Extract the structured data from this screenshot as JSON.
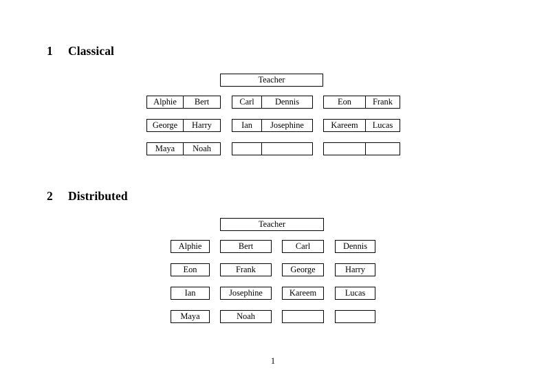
{
  "document": {
    "page_number": "1",
    "background_color": "#ffffff",
    "text_color": "#000000",
    "border_color": "#000000"
  },
  "sections": [
    {
      "number": "1",
      "title": "Classical",
      "teacher_label": "Teacher",
      "groups": [
        {
          "rows": [
            [
              "Alphie",
              "Bert"
            ],
            [
              "George",
              "Harry"
            ],
            [
              "Maya",
              "Noah"
            ]
          ]
        },
        {
          "rows": [
            [
              "Carl",
              "Dennis"
            ],
            [
              "Ian",
              "Josephine"
            ],
            [
              "",
              ""
            ]
          ]
        },
        {
          "rows": [
            [
              "Eon",
              "Frank"
            ],
            [
              "Kareem",
              "Lucas"
            ],
            [
              "",
              ""
            ]
          ]
        }
      ]
    },
    {
      "number": "2",
      "title": "Distributed",
      "teacher_label": "Teacher",
      "columns": [
        {
          "cells": [
            "Alphie",
            "Eon",
            "Ian",
            "Maya"
          ]
        },
        {
          "cells": [
            "Bert",
            "Frank",
            "Josephine",
            "Noah"
          ]
        },
        {
          "cells": [
            "Carl",
            "George",
            "Kareem",
            ""
          ]
        },
        {
          "cells": [
            "Dennis",
            "Harry",
            "Lucas",
            ""
          ]
        }
      ]
    }
  ]
}
